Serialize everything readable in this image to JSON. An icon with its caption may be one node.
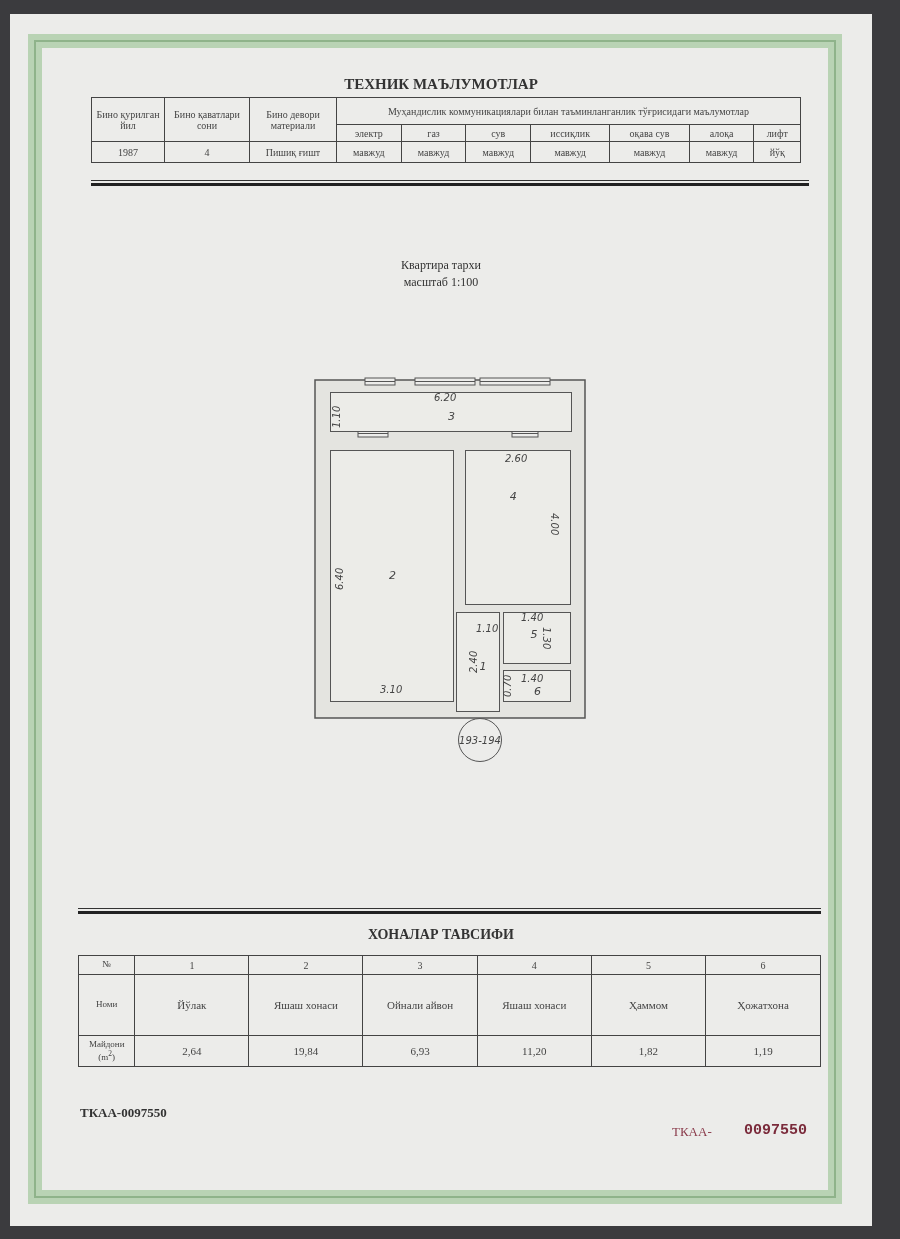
{
  "diagram": {
    "title": "ТЕХНИК МАЪЛУМОТЛАР",
    "nodes": [
      {
        "text": [
          "3"
        ]
      },
      {
        "text": [
          "2"
        ]
      },
      {
        "text": [
          "4"
        ]
      },
      {
        "text": [
          "1"
        ]
      },
      {
        "text": [
          "5"
        ]
      },
      {
        "text": [
          "6"
        ]
      },
      {
        "text": [
          "193-194"
        ]
      }
    ],
    "labels": [
      "Бино қурилган йил",
      "Бино қаватлари сони",
      "Бино девори материали",
      "Муҳандислик коммуникациялари билан таъминланганлик тўғрисидаги маълумотлар",
      "электр",
      "газ",
      "сув",
      "иссиқлик",
      "оқава сув",
      "алоқа",
      "лифт",
      "1987",
      "4",
      "Пишиқ ғишт",
      "мавжуд",
      "мавжуд",
      "мавжуд",
      "мавжуд",
      "мавжуд",
      "мавжуд",
      "йўқ",
      "Квартира тархи",
      "масштаб 1:100",
      "6.20",
      "1.10",
      "2.60",
      "4.00",
      "6.40",
      "1.10",
      "1.40",
      "1.30",
      "2.40",
      "0.70",
      "1.40",
      "3.10",
      "ХОНАЛАР ТАВСИФИ",
      "№",
      "1",
      "2",
      "3",
      "4",
      "5",
      "6",
      "Номи",
      "Йўлак",
      "Яшаш хонаси",
      "Ойнали айвон",
      "Яшаш хонаси",
      "Ҳаммом",
      "Ҳожатхона",
      "Майдони (m$^{2}$)",
      "2,64",
      "19,84",
      "6,93",
      "11,20",
      "1,82",
      "1,19",
      "ТКАА-0097550",
      "ТКАА-",
      "0097550"
    ]
  }
}
